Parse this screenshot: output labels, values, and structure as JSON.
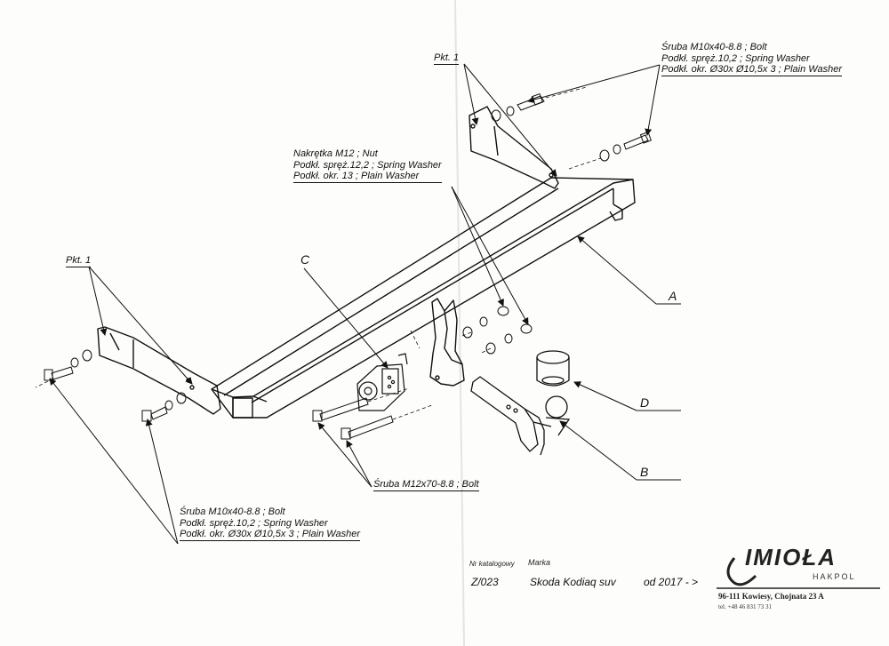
{
  "callouts": {
    "top_right": {
      "line1": "Śruba M10x40-8.8 ;  Bolt",
      "line2": "Podkł. spręż.10,2 ; Spring Washer",
      "line3": "Podkł. okr.  Ø30x Ø10,5x 3 ; Plain Washer"
    },
    "top_pkt": "Pkt. 1",
    "nut_group": {
      "line1": "Nakrętka  M12 ; Nut",
      "line2": "Podkł. spręż.12,2 ; Spring Washer",
      "line3": "Podkł. okr. 13 ; Plain Washer"
    },
    "left_pkt": "Pkt. 1",
    "bolt_m12": "Śruba M12x70-8.8 ;  Bolt",
    "bottom_left": {
      "line1": "Śruba M10x40-8.8 ;  Bolt",
      "line2": "Podkł. spręż.10,2 ; Spring Washer",
      "line3": "Podkł. okr.  Ø30x Ø10,5x 3 ; Plain Washer"
    }
  },
  "part_letters": {
    "a": "A",
    "b": "B",
    "c": "C",
    "d": "D"
  },
  "catalog": {
    "nr_label": "Nr katalogowy",
    "marka_label": "Marka",
    "number": "Z/023",
    "vehicle": "Skoda Kodiaq suv",
    "from": "od  2017 - >"
  },
  "brand": {
    "name": "IMIOŁA",
    "sub": "HAKPOL",
    "address": "96-111 Kowiesy, Chojnata 23 A",
    "tel": "tel. +48 46 831 73 31"
  }
}
